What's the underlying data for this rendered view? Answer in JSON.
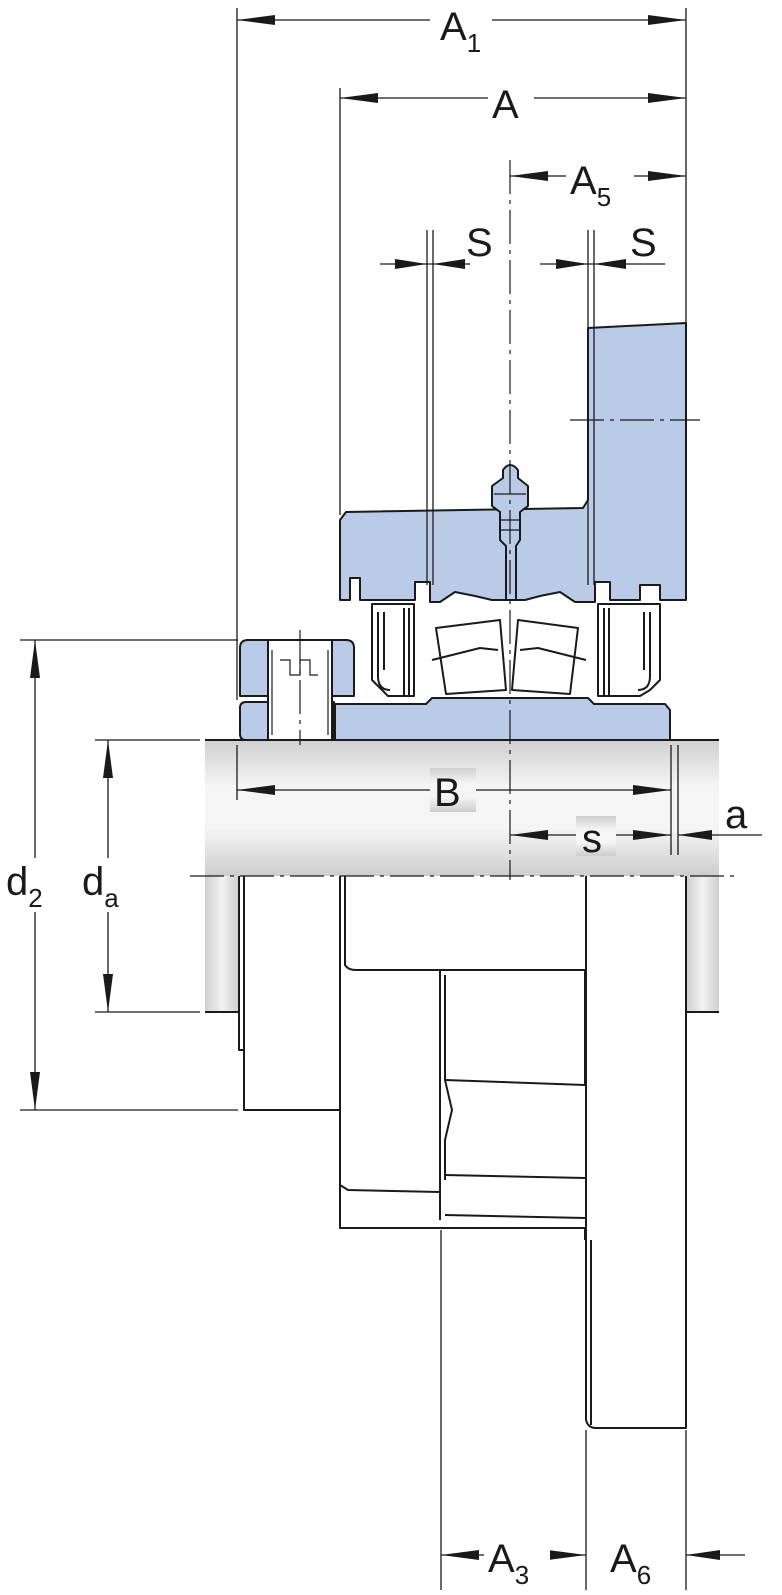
{
  "colors": {
    "housing_fill": "#b9cbe6",
    "shaft_light": "#f4f4f4",
    "shaft_dark": "#cfcfcf",
    "line": "#1a1a1a"
  },
  "dimensions": {
    "A1": {
      "main": "A",
      "sub": "1"
    },
    "A": {
      "main": "A",
      "sub": ""
    },
    "A5": {
      "main": "A",
      "sub": "5"
    },
    "S_left": {
      "main": "S",
      "sub": ""
    },
    "S_right": {
      "main": "S",
      "sub": ""
    },
    "B": {
      "main": "B",
      "sub": ""
    },
    "s": {
      "main": "s",
      "sub": ""
    },
    "a": {
      "main": "a",
      "sub": ""
    },
    "d2": {
      "main": "d",
      "sub": "2"
    },
    "da": {
      "main": "d",
      "sub": "a"
    },
    "A3": {
      "main": "A",
      "sub": "3"
    },
    "A6": {
      "main": "A",
      "sub": "6"
    }
  }
}
